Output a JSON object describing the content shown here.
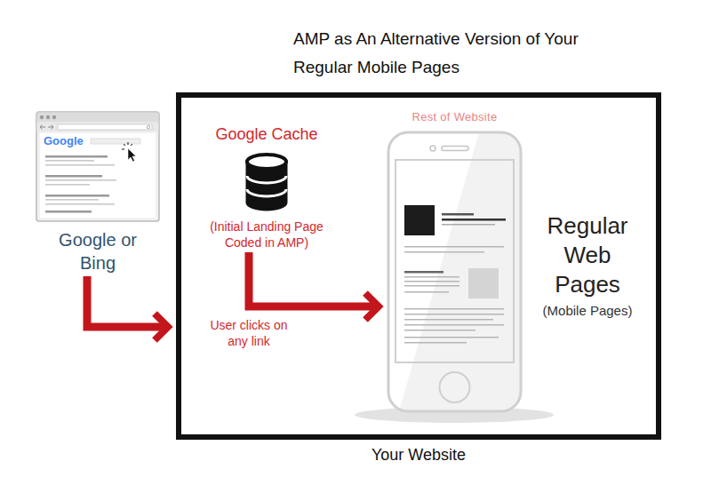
{
  "diagram": {
    "title": "AMP as An Alternative Version of Your Regular Mobile Pages",
    "nodes": [
      {
        "text": [
          "Google",
          "Google or Bing"
        ]
      },
      {
        "text": [
          "Your Website"
        ]
      },
      {
        "text": [
          "Google Cache",
          "(Initial Landing Page Coded in AMP)"
        ],
        "in": 1
      },
      {
        "text": [
          "Rest of Website"
        ],
        "in": 1
      }
    ],
    "edges": [
      {
        "from": 0,
        "to": 1,
        "arrow": "to"
      },
      {
        "from": 2,
        "to": 3,
        "label": "User clicks on any link",
        "arrow": "to"
      }
    ],
    "labels": [
      "Regular Web Pages",
      "(Mobile Pages)"
    ]
  }
}
